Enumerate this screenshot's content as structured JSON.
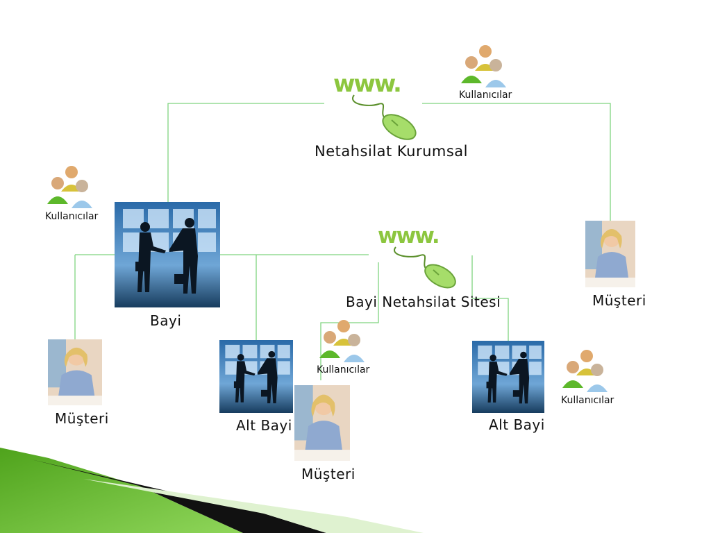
{
  "colors": {
    "connector": "#7fd47f",
    "www_green": "#8cc63f",
    "photo_blue": "#1f5a8c",
    "accent_green": "#5db82b"
  },
  "central": {
    "label": "Netahsilat Kurumsal",
    "icon": "www-mouse-icon"
  },
  "dealer_site": {
    "label": "Bayi Netahsilat Sitesi",
    "icon": "www-mouse-icon"
  },
  "dealer": {
    "label": "Bayi",
    "icon": "handshake-photo"
  },
  "sub_dealer_left": {
    "label": "Alt Bayi",
    "icon": "handshake-photo"
  },
  "sub_dealer_right": {
    "label": "Alt Bayi",
    "icon": "handshake-photo"
  },
  "customers": [
    {
      "label": "Müşteri"
    },
    {
      "label": "Müşteri"
    },
    {
      "label": "Müşteri"
    }
  ],
  "users": [
    {
      "label": "Kullanıcılar"
    },
    {
      "label": "Kullanıcılar"
    },
    {
      "label": "Kullanıcılar"
    },
    {
      "label": "Kullanıcılar"
    }
  ]
}
